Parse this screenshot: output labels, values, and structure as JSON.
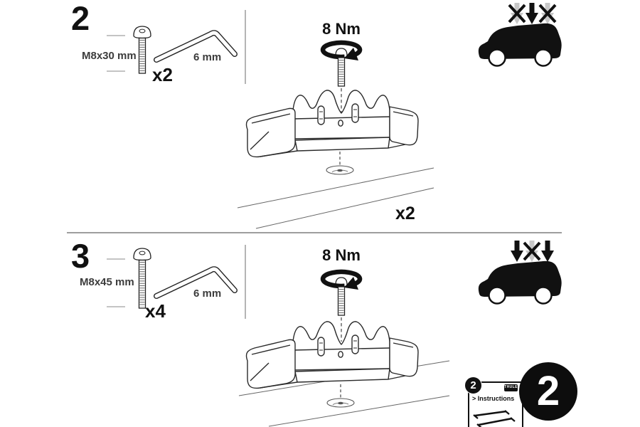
{
  "document": {
    "type": "roof-rack fitting kit instruction sheet"
  },
  "colors": {
    "ink": "#111111",
    "label_text": "#3c3c3c",
    "gray_arrow": "#c7c7c7",
    "divider": "#9e9e9e"
  },
  "step2": {
    "number": "2",
    "bolt_label": "M8x30 mm",
    "bolt_qty": "x2",
    "wrench_label": "6 mm",
    "torque_label": "8 Nm",
    "repeat_label": "x2",
    "car_arrows": [
      "crossed-out",
      "allowed",
      "crossed-out"
    ]
  },
  "step3": {
    "number": "3",
    "bolt_label": "M8x45 mm",
    "bolt_qty": "x4",
    "wrench_label": "6 mm",
    "torque_label": "8 Nm",
    "car_arrows": [
      "allowed",
      "crossed-out",
      "allowed"
    ]
  },
  "manual_card": {
    "badge": "2",
    "brand": "THULE",
    "title": "> Instructions"
  },
  "kit_badge": {
    "number": "2"
  }
}
